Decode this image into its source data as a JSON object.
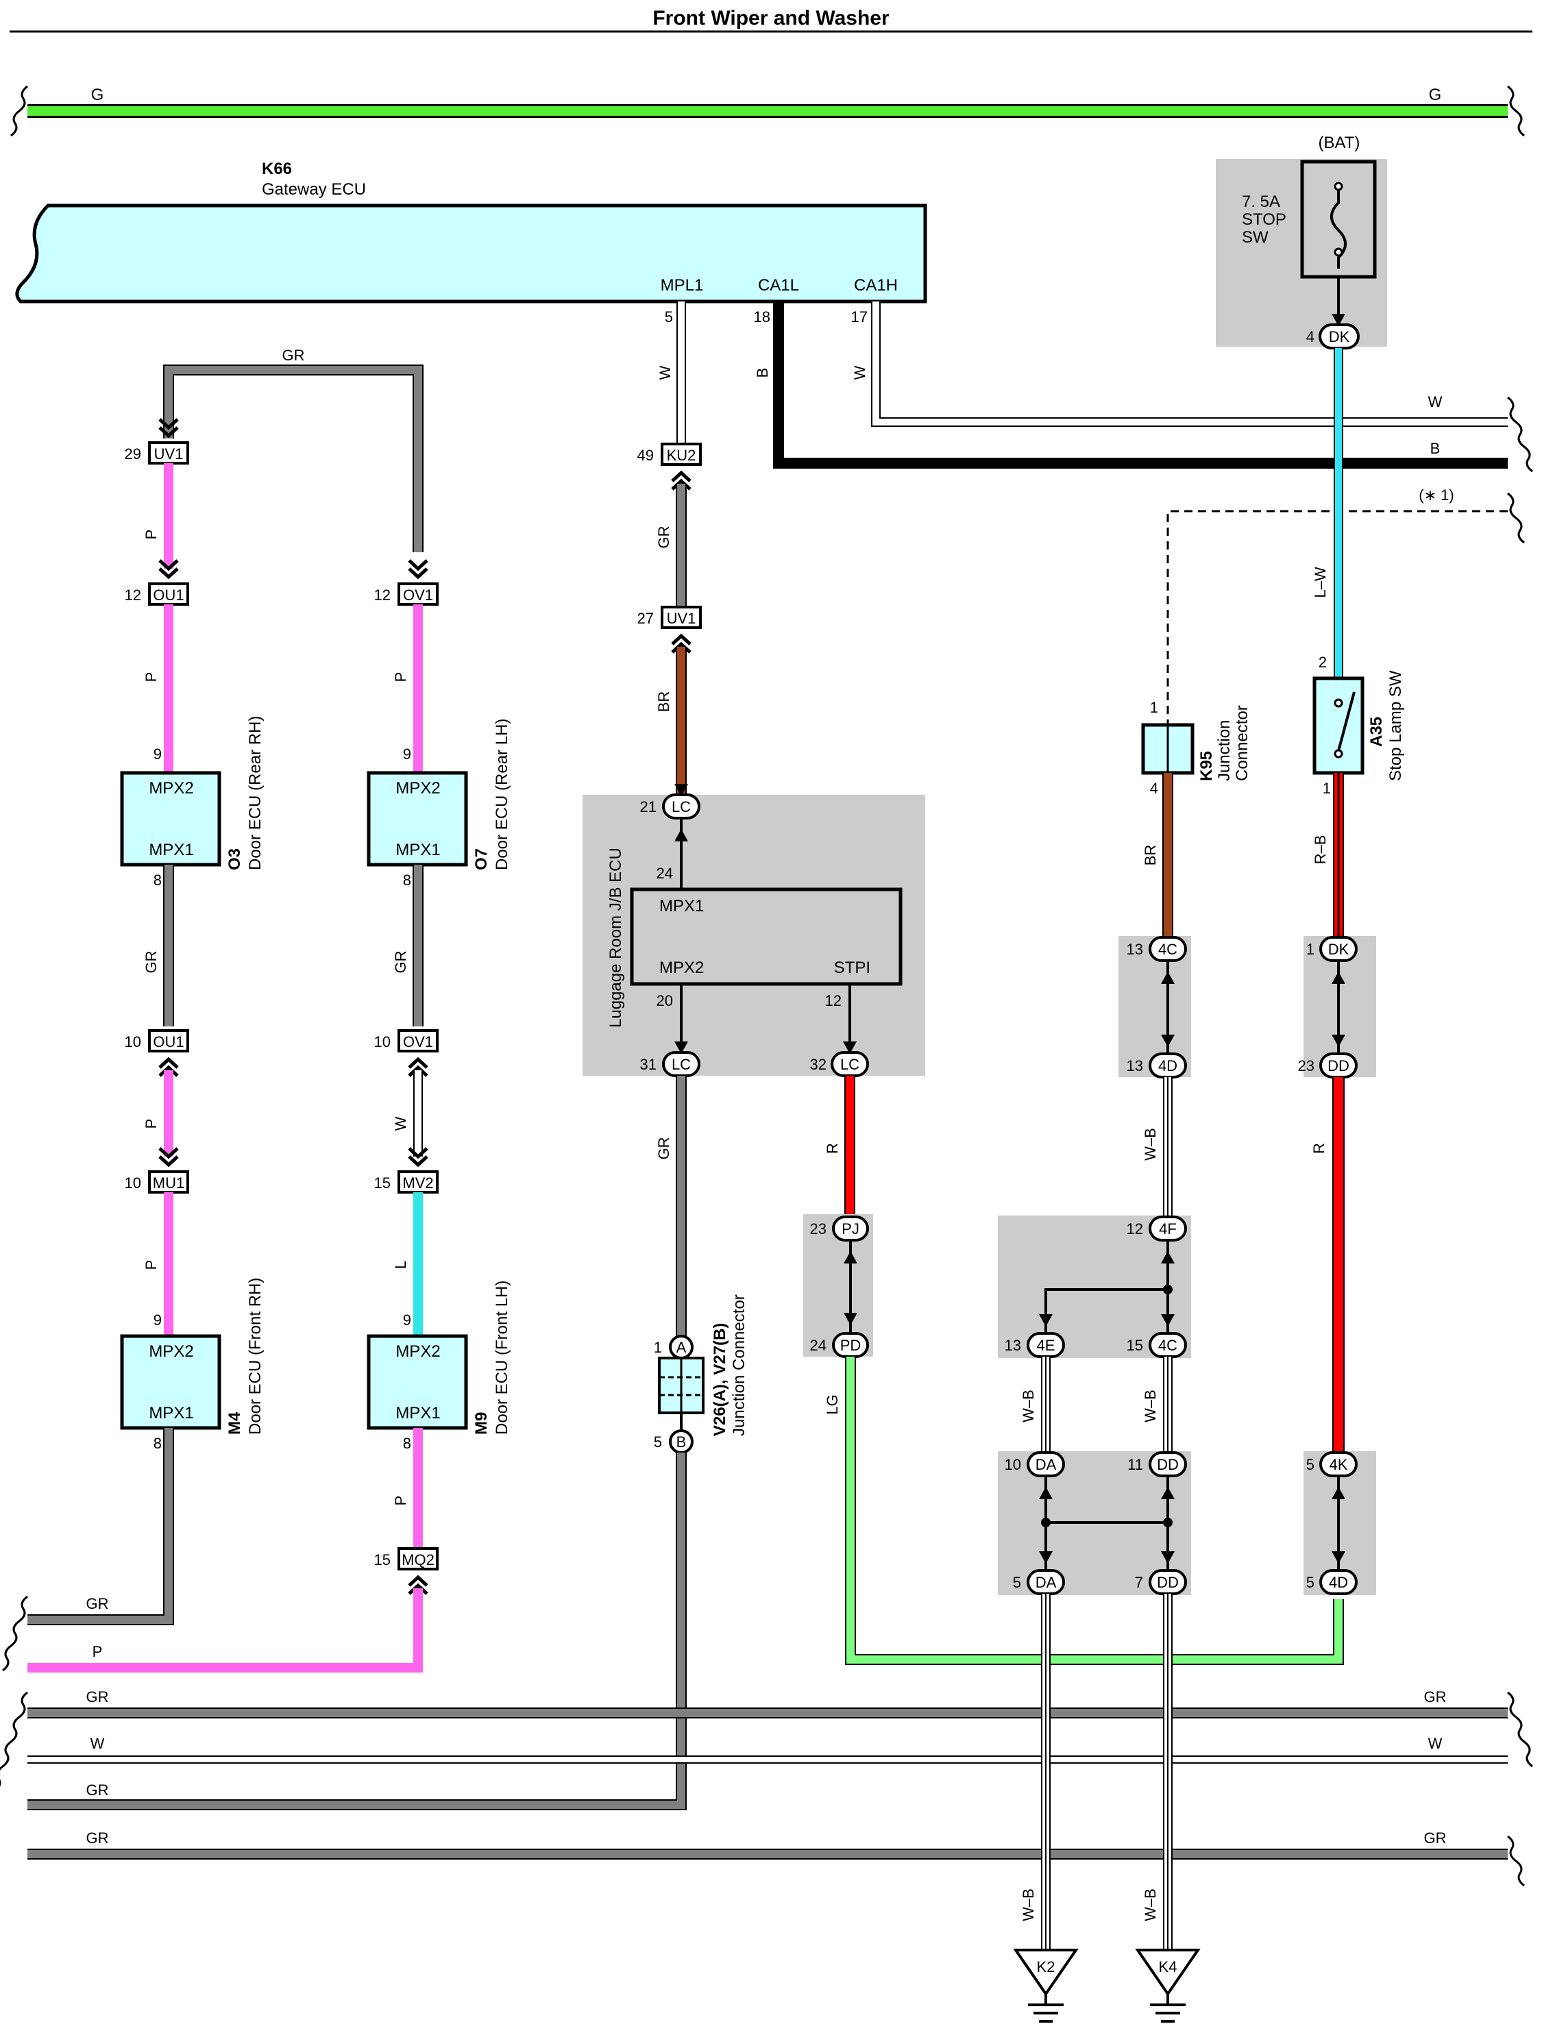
{
  "title": "Front Wiper and Washer",
  "colors": {
    "G": "#55ee33",
    "GR": "#808080",
    "P": "#ff66ee",
    "W": "#ffffff",
    "B": "#000000",
    "BR": "#a0441b",
    "R": "#ff0000",
    "LG": "#7fff7f",
    "L": "#33e6e6",
    "LW": "#33e6f6",
    "ecu_fill": "#ccffff",
    "jb_fill": "#cccccc"
  },
  "top_bus": {
    "left": "G",
    "right": "G"
  },
  "gateway": {
    "code": "K66",
    "name": "Gateway ECU",
    "pins": [
      {
        "name": "MPL1",
        "num": "5",
        "wire": "W"
      },
      {
        "name": "CA1L",
        "num": "18",
        "wire": "B"
      },
      {
        "name": "CA1H",
        "num": "17",
        "wire": "W"
      }
    ]
  },
  "right_exits": {
    "w": "W",
    "b": "B",
    "note": "(∗ 1)"
  },
  "fuse": {
    "bat": "(BAT)",
    "label1": "7. 5A",
    "label2": "STOP",
    "label3": "SW",
    "pin": "4",
    "conn": "DK"
  },
  "lw_wire": "L–W",
  "stop_lamp": {
    "code": "A35",
    "name": "Stop Lamp SW",
    "pin_top": "2",
    "pin_bot": "1",
    "wire": "R–B"
  },
  "k95": {
    "code": "K95",
    "name1": "Junction",
    "name2": "Connector",
    "pin_top": "1",
    "pin_bot": "4",
    "wire": "BR"
  },
  "left_branch": {
    "top_wire": "GR",
    "c1": {
      "pin": "29",
      "name": "UV1"
    },
    "w1": "P",
    "c2": {
      "pin": "12",
      "name": "OU1"
    },
    "w2": "P",
    "ecu1": {
      "code": "O3",
      "name": "Door ECU (Rear RH)",
      "top": "MPX2",
      "bot": "MPX1",
      "pin_top": "9",
      "pin_bot": "8"
    },
    "w3": "GR",
    "c3": {
      "pin": "10",
      "name": "OU1"
    },
    "w4": "P",
    "c4": {
      "pin": "10",
      "name": "MU1"
    },
    "w5": "P",
    "ecu2": {
      "code": "M4",
      "name": "Door ECU (Front RH)",
      "top": "MPX2",
      "bot": "MPX1",
      "pin_top": "9",
      "pin_bot": "8"
    },
    "exit_wire": "GR"
  },
  "mid_branch": {
    "c1": {
      "pin": "12",
      "name": "OV1"
    },
    "w1": "P",
    "ecu1": {
      "code": "O7",
      "name": "Door ECU (Rear LH)",
      "top": "MPX2",
      "bot": "MPX1",
      "pin_top": "9",
      "pin_bot": "8"
    },
    "w2": "GR",
    "c2": {
      "pin": "10",
      "name": "OV1"
    },
    "w3": "W",
    "c3": {
      "pin": "15",
      "name": "MV2"
    },
    "w4": "L",
    "ecu2": {
      "code": "M9",
      "name": "Door ECU (Front LH)",
      "top": "MPX2",
      "bot": "MPX1",
      "pin_top": "9",
      "pin_bot": "8"
    },
    "w5": "P",
    "c4": {
      "pin": "15",
      "name": "MQ2"
    },
    "exit_wire": "P"
  },
  "center_branch": {
    "c1": {
      "pin": "49",
      "name": "KU2"
    },
    "w1": "GR",
    "c2": {
      "pin": "27",
      "name": "UV1"
    },
    "w2": "BR",
    "jb": {
      "name": "Luggage Room J/B ECU",
      "pin_in": "21",
      "conn_in": "LC",
      "inner_in": "24",
      "lbl_top": "MPX1",
      "lbl_l": "MPX2",
      "lbl_r": "STPI",
      "inner_l": "20",
      "inner_r": "12",
      "pin_l": "31",
      "conn_l": "LC",
      "pin_r": "32",
      "conn_r": "LC"
    },
    "w3": "GR",
    "v26": {
      "code": "V26(A), V27(B)",
      "name": "Junction Connector",
      "pin_a": "1",
      "a": "A",
      "pin_b": "5",
      "b": "B"
    },
    "wr": "R",
    "pj": {
      "pin": "23",
      "name": "PJ"
    },
    "pd": {
      "pin": "24",
      "name": "PD"
    },
    "wlg": "LG"
  },
  "right_blocks": {
    "b1": {
      "p1": "13",
      "c1": "4C",
      "p2": "13",
      "c2": "4D"
    },
    "b1_wire": "W–B",
    "b2": {
      "p1": "1",
      "c1": "DK",
      "p2": "23",
      "c2": "DD"
    },
    "b2_wire": "R",
    "b3": {
      "ptop": "12",
      "ctop": "4F",
      "pl": "13",
      "cl": "4E",
      "pr": "15",
      "cr": "4C"
    },
    "b3_wire_l": "W–B",
    "b3_wire_r": "W–B",
    "b4": {
      "p1": "10",
      "c1": "DA",
      "p2": "11",
      "c2": "DD",
      "p3": "5",
      "c3": "DA",
      "p4": "7",
      "c4": "DD"
    },
    "b5": {
      "p1": "5",
      "c1": "4K",
      "p2": "5",
      "c2": "4D"
    }
  },
  "bottom_buses": [
    {
      "left": "GR",
      "right": ""
    },
    {
      "left": "P",
      "right": ""
    },
    {
      "left": "GR",
      "right": "GR"
    },
    {
      "left": "W",
      "right": "W"
    },
    {
      "left": "GR",
      "right": ""
    },
    {
      "left": "GR",
      "right": "GR"
    }
  ],
  "grounds": [
    {
      "wire": "W–B",
      "code": "K2"
    },
    {
      "wire": "W–B",
      "code": "K4"
    }
  ]
}
